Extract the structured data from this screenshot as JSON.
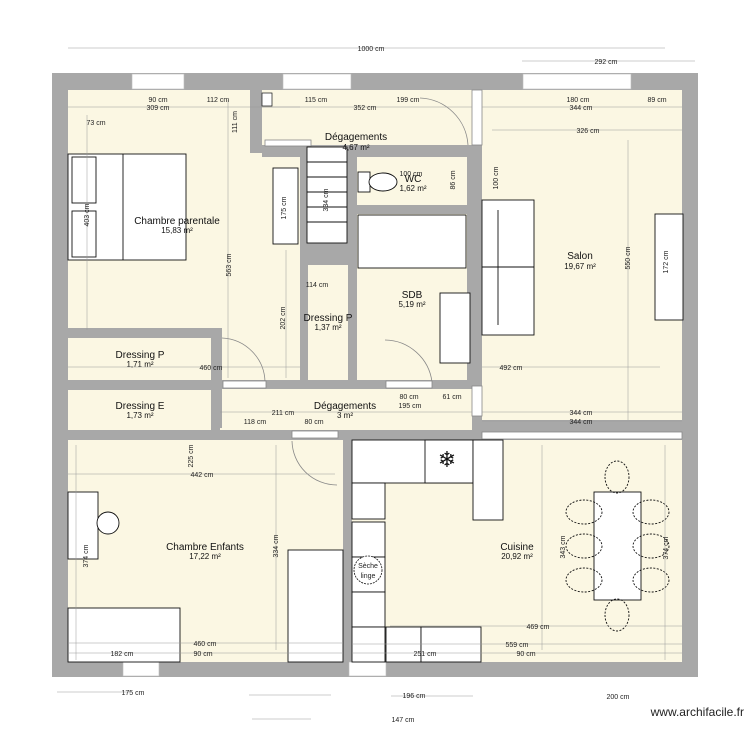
{
  "plan": {
    "colors": {
      "wall": "#a8a8a8",
      "floor": "#fbf7e3",
      "furniture": "#ffffff",
      "dim_line": "#9a9a9a",
      "text": "#111111"
    },
    "rooms": [
      {
        "name": "Chambre parentale",
        "area": "15,83 m²"
      },
      {
        "name": "Dégagements",
        "area": "4,67 m²"
      },
      {
        "name": "WC",
        "area": "1,62 m²"
      },
      {
        "name": "SDB",
        "area": "5,19 m²"
      },
      {
        "name": "Salon",
        "area": "19,67 m²"
      },
      {
        "name": "Dressing P",
        "area": "1,37 m²"
      },
      {
        "name": "Dressing P",
        "area": "1,71 m²"
      },
      {
        "name": "Dressing E",
        "area": "1,73 m²"
      },
      {
        "name": "Dégagements",
        "area": "3 m²"
      },
      {
        "name": "Chambre Enfants",
        "area": "17,22 m²"
      },
      {
        "name": "Cuisine",
        "area": "20,92 m²"
      }
    ],
    "dimensions": {
      "top_total": "1000 cm",
      "top_right": "292 cm",
      "d90a": "90 cm",
      "d112": "112 cm",
      "d309": "309 cm",
      "d73": "73 cm",
      "d115": "115 cm",
      "d352": "352 cm",
      "d199": "199 cm",
      "d111": "111 cm",
      "d180": "180 cm",
      "d89": "89 cm",
      "d344a": "344 cm",
      "d326": "326 cm",
      "d403": "403 cm",
      "d175v": "175 cm",
      "d334a": "334 cm",
      "d563": "563 cm",
      "d100a": "100 cm",
      "d86": "86 cm",
      "d100b": "100 cm",
      "d550": "550 cm",
      "d172": "172 cm",
      "d114": "114 cm",
      "d202": "202 cm",
      "d460a": "460 cm",
      "d492": "492 cm",
      "d80a": "80 cm",
      "d61": "61 cm",
      "d195": "195 cm",
      "d211": "211 cm",
      "d118": "118 cm",
      "d80b": "80 cm",
      "d344b": "344 cm",
      "d344c": "344 cm",
      "d225": "225 cm",
      "d442": "442 cm",
      "d374a": "374 cm",
      "d334b": "334 cm",
      "d460b": "460 cm",
      "d182": "182 cm",
      "d90b": "90 cm",
      "d343": "343 cm",
      "d374b": "374 cm",
      "d469": "469 cm",
      "d559": "559 cm",
      "d251": "251 cm",
      "d90c": "90 cm",
      "bottom_175": "175 cm",
      "bottom_196": "196 cm",
      "bottom_200": "200 cm",
      "bottom_147": "147 cm"
    },
    "appliance_labels": {
      "dryer_line1": "Sèche",
      "dryer_line2": "linge"
    },
    "watermark": "www.archifacile.fr"
  }
}
